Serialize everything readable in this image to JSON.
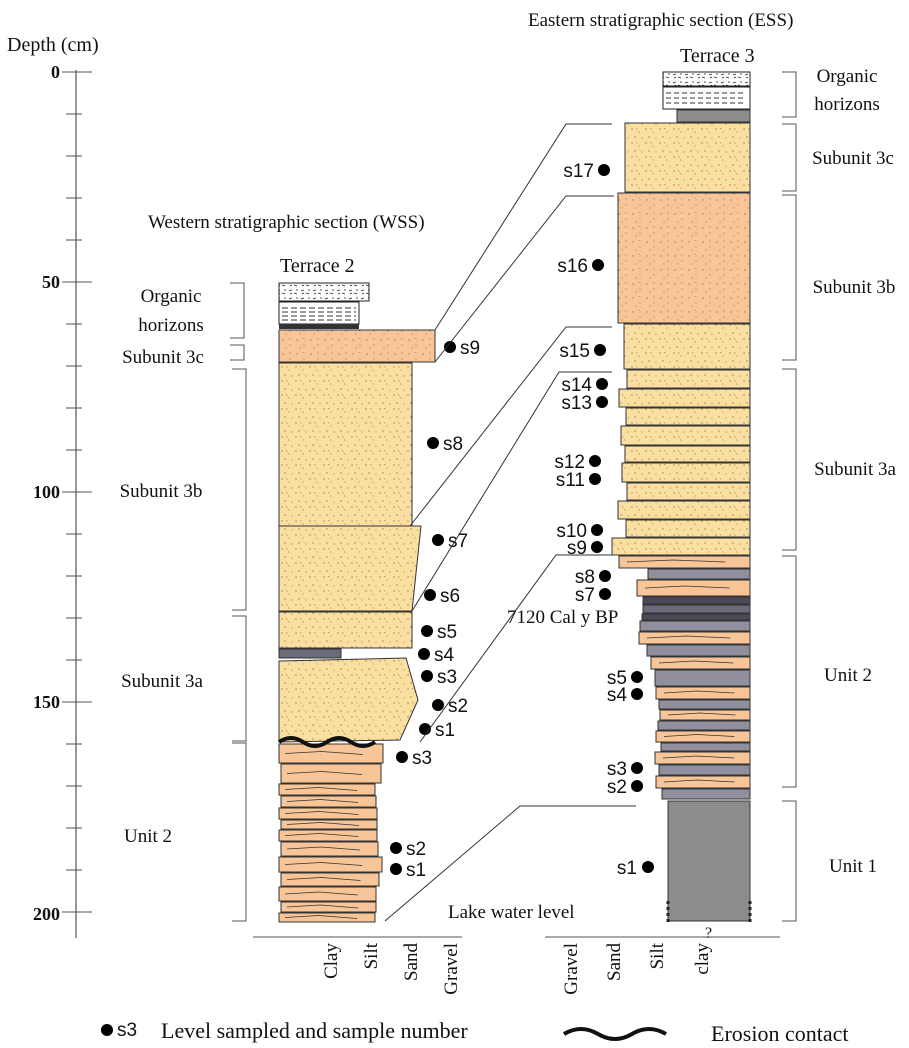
{
  "headings": {
    "depth_label": "Depth (cm)",
    "east_title": "Eastern stratigraphic section (ESS)",
    "west_title": "Western stratigraphic section (WSS)",
    "terrace_west": "Terrace 2",
    "terrace_east": "Terrace 3",
    "date_label": "7120 Cal y BP",
    "lake_label": "Lake water level",
    "unknown_mark": "?"
  },
  "depth_ticks": [
    "0",
    "50",
    "100",
    "150",
    "200"
  ],
  "west_units": [
    {
      "label_lines": [
        "Organic",
        "horizons"
      ]
    },
    {
      "label_lines": [
        "Subunit 3c"
      ]
    },
    {
      "label_lines": [
        "Subunit 3b"
      ]
    },
    {
      "label_lines": [
        "Subunit 3a"
      ]
    },
    {
      "label_lines": [
        "Unit 2"
      ]
    }
  ],
  "east_units": [
    {
      "label_lines": [
        "Organic",
        "horizons"
      ]
    },
    {
      "label_lines": [
        "Subunit 3c"
      ]
    },
    {
      "label_lines": [
        "Subunit 3b"
      ]
    },
    {
      "label_lines": [
        "Subunit 3a"
      ]
    },
    {
      "label_lines": [
        "Unit 2"
      ]
    },
    {
      "label_lines": [
        "Unit 1"
      ]
    }
  ],
  "west_samples": {
    "subunit3": [
      "s9",
      "s8",
      "s7",
      "s6",
      "s5",
      "s4",
      "s3",
      "s2",
      "s1"
    ],
    "unit2": [
      "s3",
      "s2",
      "s1"
    ]
  },
  "east_samples": {
    "subunit3": [
      "s17",
      "s16",
      "s15",
      "s14",
      "s13",
      "s12",
      "s11",
      "s10",
      "s9"
    ],
    "unit2": [
      "s8",
      "s7",
      "s5",
      "s4",
      "s3",
      "s2"
    ],
    "unit1": [
      "s1"
    ]
  },
  "grain_axis_west": [
    "Clay",
    "Silt",
    "Sand",
    "Gravel"
  ],
  "grain_axis_east": [
    "Gravel",
    "Sand",
    "Silt",
    "clay"
  ],
  "legend": {
    "sample_symbol": "s3",
    "sample_text": "Level sampled and sample number",
    "erosion_text": "Erosion contact"
  },
  "colors": {
    "sand_light": "#fbdfa0",
    "sand_orange": "#f7c597",
    "grey_clay": "#8f8f9d",
    "dark_clay": "#4a4a55",
    "bedrock_grey": "#8c8c8c"
  }
}
